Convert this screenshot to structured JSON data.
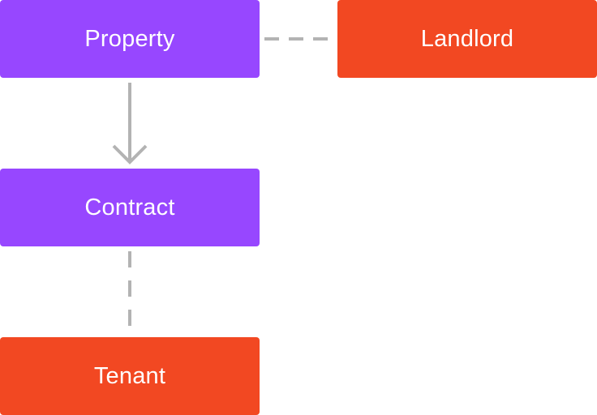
{
  "diagram": {
    "nodes": [
      {
        "id": "property",
        "label": "Property",
        "color": "#9747FF"
      },
      {
        "id": "landlord",
        "label": "Landlord",
        "color": "#F24822"
      },
      {
        "id": "contract",
        "label": "Contract",
        "color": "#9747FF"
      },
      {
        "id": "tenant",
        "label": "Tenant",
        "color": "#F24822"
      }
    ],
    "edges": [
      {
        "from": "property",
        "to": "landlord",
        "style": "dashed",
        "arrow": false
      },
      {
        "from": "property",
        "to": "contract",
        "style": "solid",
        "arrow": true
      },
      {
        "from": "contract",
        "to": "tenant",
        "style": "dashed",
        "arrow": false
      }
    ],
    "connector_color": "#B3B3B3"
  }
}
